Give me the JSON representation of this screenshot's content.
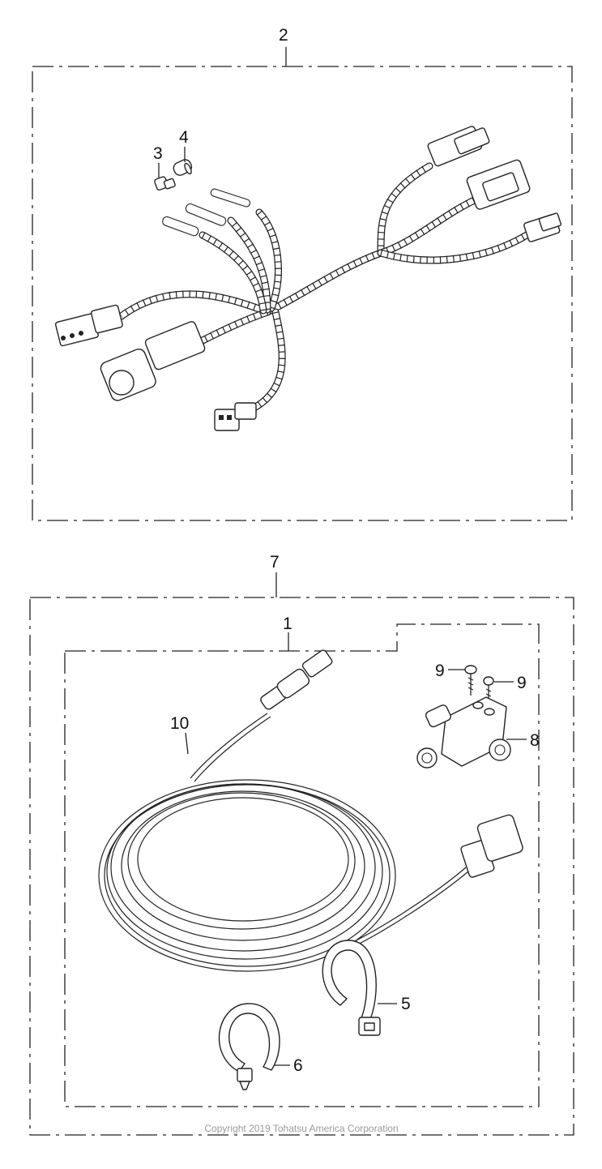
{
  "callouts": {
    "c2": "2",
    "c3": "3",
    "c4": "4",
    "c7": "7",
    "c1": "1",
    "c10": "10",
    "c9a": "9",
    "c9b": "9",
    "c8": "8",
    "c5": "5",
    "c6": "6"
  },
  "copyright": "Copyright 2019 Tohatsu America Corporation"
}
